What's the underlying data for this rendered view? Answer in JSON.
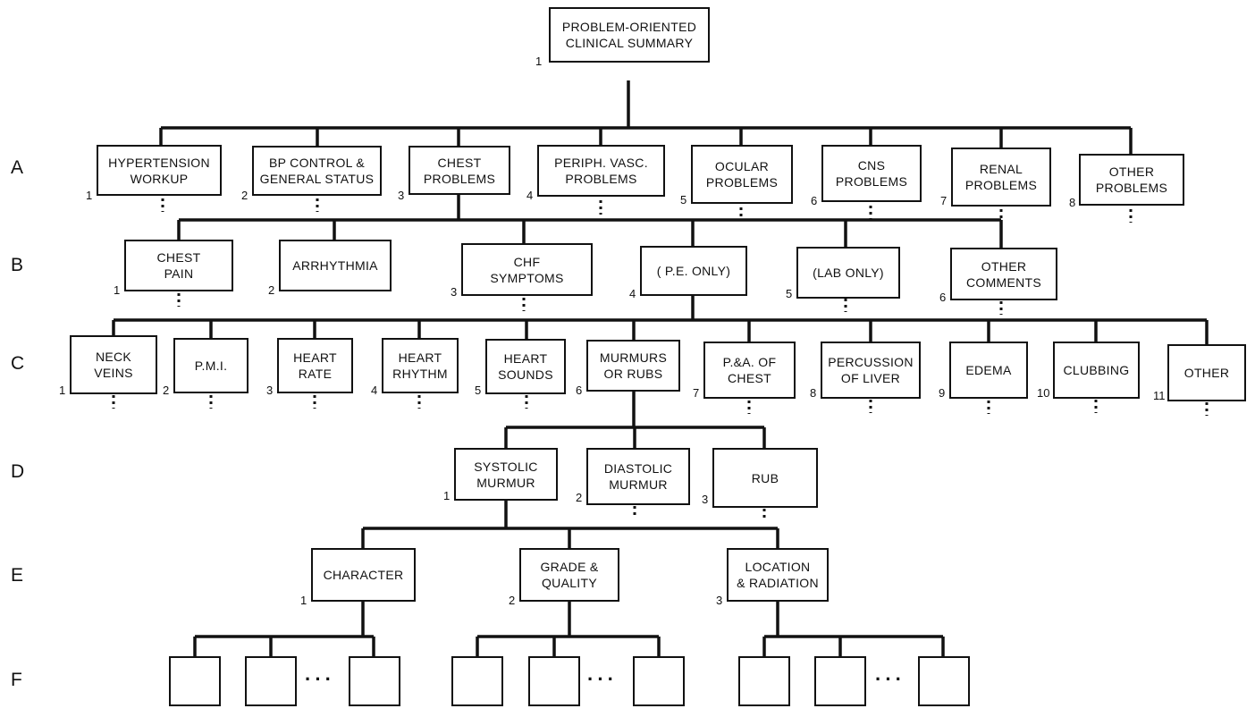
{
  "levels": [
    "A",
    "B",
    "C",
    "D",
    "E",
    "F"
  ],
  "root": {
    "label": "PROBLEM-ORIENTED\nCLINICAL SUMMARY",
    "number": "1"
  },
  "level_a": [
    {
      "label": "HYPERTENSION\nWORKUP",
      "number": "1"
    },
    {
      "label": "BP CONTROL &\nGENERAL STATUS",
      "number": "2"
    },
    {
      "label": "CHEST\nPROBLEMS",
      "number": "3"
    },
    {
      "label": "PERIPH. VASC.\nPROBLEMS",
      "number": "4"
    },
    {
      "label": "OCULAR\nPROBLEMS",
      "number": "5"
    },
    {
      "label": "CNS\nPROBLEMS",
      "number": "6"
    },
    {
      "label": "RENAL\nPROBLEMS",
      "number": "7"
    },
    {
      "label": "OTHER\nPROBLEMS",
      "number": "8"
    }
  ],
  "level_b": [
    {
      "label": "CHEST\nPAIN",
      "number": "1"
    },
    {
      "label": "ARRHYTHMIA",
      "number": "2"
    },
    {
      "label": "CHF\nSYMPTOMS",
      "number": "3"
    },
    {
      "label": "( P.E. ONLY)",
      "number": "4"
    },
    {
      "label": "(LAB ONLY)",
      "number": "5"
    },
    {
      "label": "OTHER\nCOMMENTS",
      "number": "6"
    }
  ],
  "level_c": [
    {
      "label": "NECK\nVEINS",
      "number": "1"
    },
    {
      "label": "P.M.I.",
      "number": "2"
    },
    {
      "label": "HEART\nRATE",
      "number": "3"
    },
    {
      "label": "HEART\nRHYTHM",
      "number": "4"
    },
    {
      "label": "HEART\nSOUNDS",
      "number": "5"
    },
    {
      "label": "MURMURS\nOR RUBS",
      "number": "6"
    },
    {
      "label": "P.&A. OF\nCHEST",
      "number": "7"
    },
    {
      "label": "PERCUSSION\nOF LIVER",
      "number": "8"
    },
    {
      "label": "EDEMA",
      "number": "9"
    },
    {
      "label": "CLUBBING",
      "number": "10"
    },
    {
      "label": "OTHER",
      "number": "11"
    }
  ],
  "level_d": [
    {
      "label": "SYSTOLIC\nMURMUR",
      "number": "1"
    },
    {
      "label": "DIASTOLIC\nMURMUR",
      "number": "2"
    },
    {
      "label": "RUB",
      "number": "3"
    }
  ],
  "level_e": [
    {
      "label": "CHARACTER",
      "number": "1"
    },
    {
      "label": "GRADE &\nQUALITY",
      "number": "2"
    },
    {
      "label": "LOCATION\n& RADIATION",
      "number": "3"
    }
  ],
  "ellipsis": "···"
}
